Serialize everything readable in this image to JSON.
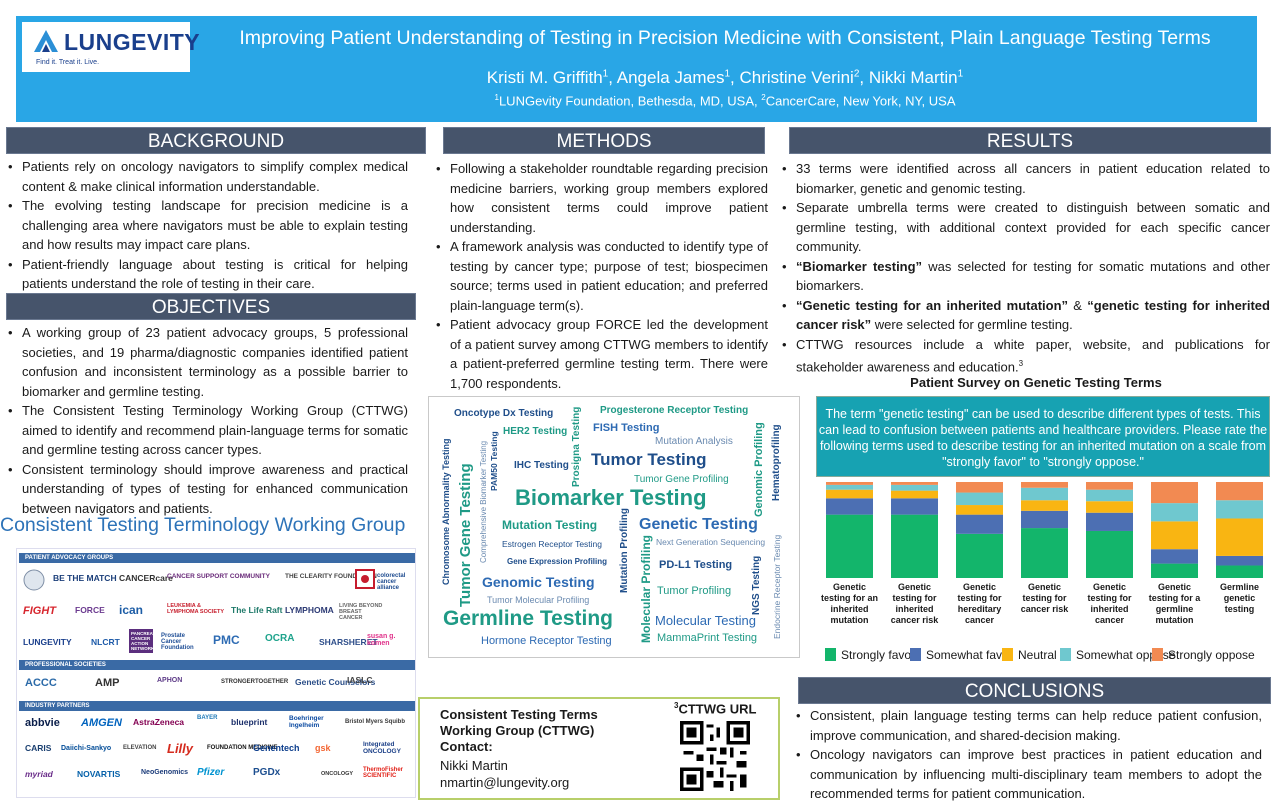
{
  "header": {
    "logo_text": "LUNGEVITY",
    "logo_tagline": "Find it. Treat it. Live.",
    "title": "Improving Patient Understanding of Testing in Precision Medicine with Consistent, Plain Language Testing Terms",
    "authors": [
      "Kristi M. Griffith",
      "1",
      ", Angela James",
      "1",
      ", Christine Verini",
      "2",
      ", Nikki Martin",
      "1"
    ],
    "affil": [
      "1",
      "LUNGevity Foundation, Bethesda, MD, USA, ",
      "2",
      "CancerCare, New York, NY, USA"
    ]
  },
  "background": {
    "heading": "BACKGROUND",
    "bullets": [
      "Patients rely on oncology navigators to simplify complex medical content & make clinical information understandable.",
      "The evolving testing landscape for precision medicine is a challenging area where navigators must be able to explain testing and how results may impact care plans.",
      "Patient-friendly language about testing is critical for helping patients understand the role of testing in their care."
    ]
  },
  "objectives": {
    "heading": "OBJECTIVES",
    "bullets": [
      "A working group of 23 patient advocacy groups, 5 professional societies, and 19 pharma/diagnostic companies identified patient confusion and inconsistent terminology as a possible barrier to biomarker and germline testing.",
      "The Consistent Testing Terminology Working Group (CTTWG) aimed to identify and recommend plain-language terms for somatic and germline testing across cancer types.",
      "Consistent terminology should improve awareness and practical understanding of types of testing for enhanced communication between navigators and patients."
    ]
  },
  "working_group_title": "Consistent Testing Terminology Working Group",
  "partners": {
    "bands": [
      "PATIENT ADVOCACY GROUPS",
      "PROFESSIONAL SOCIETIES",
      "INDUSTRY PARTNERS"
    ],
    "advocacy_logos": [
      "BE THE MATCH",
      "CANCERcare",
      "CANCER SUPPORT COMMUNITY",
      "THE CLEARITY FOUNDATION",
      "colorectal cancer alliance",
      "FIGHT",
      "FORCE",
      "ican",
      "LEUKEMIA & LYMPHOMA SOCIETY",
      "The Life Raft",
      "LYMPHOMA",
      "LIVING BEYOND BREAST CANCER",
      "LUNGEVITY",
      "NLCRT",
      "PANCREATIC CANCER ACTION NETWORK",
      "Prostate Cancer Foundation",
      "PMC",
      "OCRA",
      "SHARSHERET",
      "susan g. komen"
    ],
    "society_logos": [
      "ACCC",
      "AMP",
      "APHON",
      "STRONGERTOGETHER",
      "Genetic Counselors",
      "IASLC"
    ],
    "industry_logos": [
      "abbvie",
      "AMGEN",
      "AstraZeneca",
      "BAYER",
      "blueprint",
      "Boehringer Ingelheim",
      "Bristol Myers Squibb",
      "CARIS",
      "Daiichi-Sankyo",
      "ELEVATION",
      "Lilly",
      "FOUNDATION MEDICINE",
      "Genentech",
      "gsk",
      "Integrated ONCOLOGY",
      "myriad",
      "NOVARTIS",
      "NeoGenomics",
      "Pfizer",
      "PGDx",
      "ONCOLOGY",
      "ThermoFisher SCIENTIFIC"
    ]
  },
  "methods": {
    "heading": "METHODS",
    "bullets": [
      "Following a stakeholder roundtable regarding precision medicine barriers, working group members explored how consistent terms could improve patient understanding.",
      "A framework analysis was conducted to identify type of testing by cancer type; purpose of test; biospecimen source; terms used in patient education; and preferred plain-language term(s).",
      "Patient advocacy group FORCE led the development of a patient survey among CTTWG members to identify a patient-preferred germline testing term. There were 1,700 respondents."
    ]
  },
  "wordcloud": {
    "words": [
      "Oncotype Dx Testing",
      "Progesterone Receptor Testing",
      "HER2 Testing",
      "FISH Testing",
      "Mutation Analysis",
      "IHC Testing",
      "Tumor Testing",
      "Tumor Gene Profiling",
      "Biomarker Testing",
      "Mutation Testing",
      "Genetic Testing",
      "Estrogen Receptor Testing",
      "Next Generation Sequencing",
      "Gene Expression Profiling",
      "PD-L1 Testing",
      "Genomic Testing",
      "Tumor Molecular Profiling",
      "Tumor Profiling",
      "Germline Testing",
      "Molecular Testing",
      "Hormone Receptor Testing",
      "MammaPrint Testing",
      "Chromosome Abnormality Testing",
      "Tumor Gene Testing",
      "Comprehensive Biomarker Testing",
      "PAM50 Testing",
      "Prosigna Testing",
      "Mutation Profiling",
      "Molecular Profiling",
      "Genomic Profiling",
      "Hematoprofiling",
      "NGS Testing",
      "Endocrine Receptor Testing"
    ]
  },
  "contact": {
    "title": "Consistent Testing Terms Working Group (CTTWG) Contact:",
    "name": "Nikki Martin",
    "email": "nmartin@lungevity.org",
    "url_sup": "3",
    "url_label": "CTTWG URL"
  },
  "results": {
    "heading": "RESULTS",
    "b1": "33 terms were identified across all cancers in patient education related to biomarker, genetic and genomic testing.",
    "b2": "Separate umbrella terms were created to distinguish between somatic and germline testing, with additional context provided for each specific cancer community.",
    "b3_bold": "“Biomarker testing”",
    "b3_rest": " was selected for testing for somatic mutations and other biomarkers.",
    "b4_bold1": "“Genetic testing for an inherited mutation”",
    "b4_mid": " & ",
    "b4_bold2": "“genetic testing for inherited cancer risk”",
    "b4_rest": " were selected for germline testing.",
    "b5": "CTTWG resources include a white paper, website, and publications for stakeholder awareness and education.",
    "b5_sup": "3"
  },
  "survey": {
    "title": "Patient Survey on Genetic Testing Terms",
    "prompt": "The term \"genetic testing\" can be used to describe different types of tests. This can lead to confusion between patients and healthcare providers. Please rate the following terms used to describe testing for an inherited mutation on a scale from \"strongly favor\" to \"strongly oppose.\""
  },
  "chart_data": {
    "type": "bar",
    "stacked": true,
    "categories": [
      "Genetic testing for an inherited mutation",
      "Genetic testing for inherited cancer risk",
      "Genetic testing for hereditary cancer",
      "Genetic testing for cancer risk",
      "Genetic testing for inherited cancer",
      "Genetic testing for a germline mutation",
      "Germline genetic testing"
    ],
    "series": [
      {
        "name": "Strongly favor",
        "color": "#13b56b",
        "values": [
          66,
          66,
          46,
          52,
          49,
          15,
          13
        ]
      },
      {
        "name": "Somewhat favor",
        "color": "#4c6fb3",
        "values": [
          17,
          17,
          20,
          18,
          19,
          15,
          10
        ]
      },
      {
        "name": "Neutral",
        "color": "#f9b512",
        "values": [
          9,
          8,
          10,
          11,
          12,
          29,
          39
        ]
      },
      {
        "name": "Somewhat oppose",
        "color": "#6fc8cf",
        "values": [
          5,
          6,
          13,
          13,
          12,
          19,
          19
        ]
      },
      {
        "name": "Strongly oppose",
        "color": "#f28a52",
        "values": [
          3,
          3,
          11,
          6,
          8,
          22,
          19
        ]
      }
    ],
    "ylim": [
      0,
      100
    ]
  },
  "conclusions": {
    "heading": "CONCLUSIONS",
    "bullets": [
      "Consistent, plain language testing terms can help reduce patient confusion, improve communication, and shared-decision making.",
      "Oncology navigators can improve best practices in patient education and communication by influencing multi-disciplinary team members to adopt the recommended terms for patient communication."
    ]
  }
}
